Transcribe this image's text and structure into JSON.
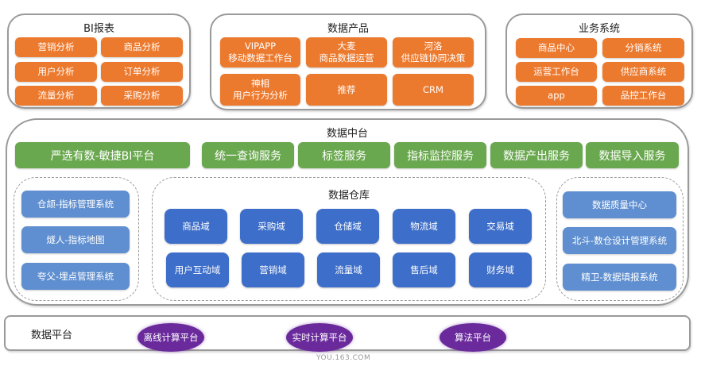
{
  "top_panels": {
    "bi_reports": {
      "title": "BI报表",
      "items": [
        "营销分析",
        "商品分析",
        "用户分析",
        "订单分析",
        "流量分析",
        "采购分析"
      ]
    },
    "data_products": {
      "title": "数据产品",
      "items": [
        {
          "line1": "VIPAPP",
          "line2": "移动数据工作台"
        },
        {
          "line1": "大麦",
          "line2": "商品数据运营"
        },
        {
          "line1": "河洛",
          "line2": "供应链协同决策"
        },
        {
          "line1": "神相",
          "line2": "用户行为分析"
        },
        {
          "line1": "推荐",
          "line2": ""
        },
        {
          "line1": "CRM",
          "line2": ""
        }
      ]
    },
    "business_systems": {
      "title": "业务系统",
      "items": [
        "商品中心",
        "分销系统",
        "运营工作台",
        "供应商系统",
        "app",
        "品控工作台"
      ]
    }
  },
  "data_middle_platform": {
    "title": "数据中台",
    "services": [
      "严选有数-敏捷BI平台",
      "统一查询服务",
      "标签服务",
      "指标监控服务",
      "数据产出服务",
      "数据导入服务"
    ],
    "left_tools": [
      "仓颉-指标管理系统",
      "燧人-指标地图",
      "夸父-埋点管理系统"
    ],
    "warehouse": {
      "title": "数据仓库",
      "domains_row1": [
        "商品域",
        "采购域",
        "仓储域",
        "物流域",
        "交易域"
      ],
      "domains_row2": [
        "用户互动域",
        "营销域",
        "流量域",
        "售后域",
        "财务域"
      ]
    },
    "right_tools": [
      "数据质量中心",
      "北斗-数仓设计管理系统",
      "精卫-数据填报系统"
    ]
  },
  "data_platform": {
    "title": "数据平台",
    "items": [
      "离线计算平台",
      "实时计算平台",
      "算法平台"
    ]
  },
  "watermark": "YOU.163.COM",
  "colors": {
    "orange": "#ec7a2e",
    "green": "#6aa84f",
    "light_blue": "#5f8fd0",
    "dark_blue": "#3d6ec9",
    "purple": "#6a2a9c"
  }
}
